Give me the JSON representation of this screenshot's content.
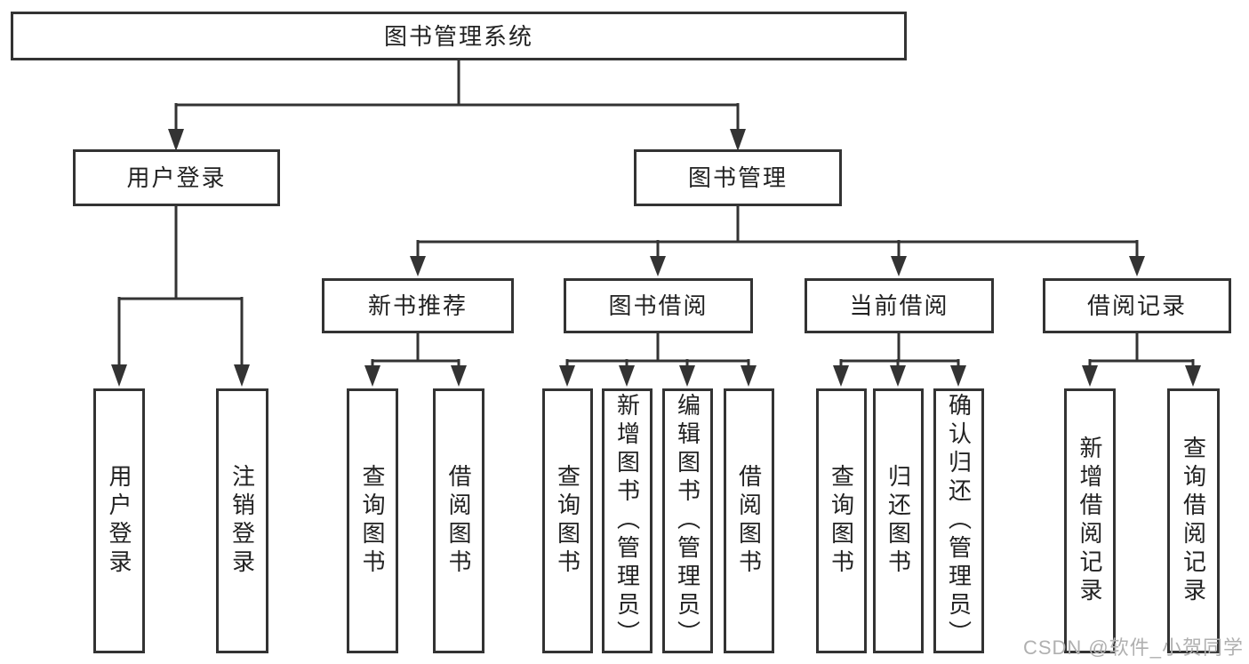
{
  "title": {
    "label": "图书管理系统"
  },
  "level2": [
    {
      "label": "用户登录"
    },
    {
      "label": "图书管理"
    }
  ],
  "level3": [
    {
      "label": "新书推荐"
    },
    {
      "label": "图书借阅"
    },
    {
      "label": "当前借阅"
    },
    {
      "label": "借阅记录"
    }
  ],
  "leaves": {
    "user_login": [
      {
        "label": "用户登录"
      },
      {
        "label": "注销登录"
      }
    ],
    "new_book_recommend": [
      {
        "label": "查询图书"
      },
      {
        "label": "借阅图书"
      }
    ],
    "book_borrow": [
      {
        "label": "查询图书"
      },
      {
        "label": "新增图书（管理员）"
      },
      {
        "label": "编辑图书（管理员）"
      },
      {
        "label": "借阅图书"
      }
    ],
    "current_borrow": [
      {
        "label": "查询图书"
      },
      {
        "label": "归还图书"
      },
      {
        "label": "确认归还（管理员）"
      }
    ],
    "borrow_record": [
      {
        "label": "新增借阅记录"
      },
      {
        "label": "查询借阅记录"
      }
    ]
  },
  "watermark": {
    "text": "CSDN @软件_小贺同学"
  },
  "colors": {
    "line": "#333333",
    "box_border": "#333333",
    "box_background": "#ffffff",
    "text": "#222222",
    "watermark": "#b0b0b0",
    "page_background": "#ffffff"
  }
}
